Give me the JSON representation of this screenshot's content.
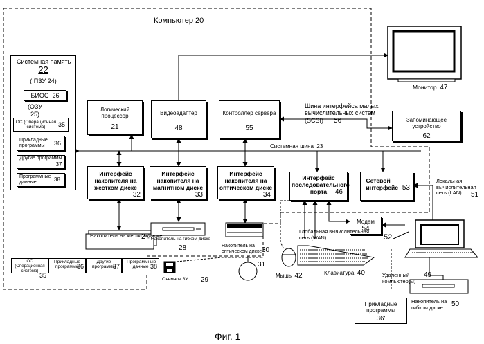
{
  "computer": {
    "title": "Компьютер",
    "num": "20"
  },
  "system_memory": {
    "title": "Системная память",
    "num": "22",
    "rom": "( ПЗУ",
    "rom_num": "24)",
    "bios": "БИОС",
    "bios_num": "26",
    "ram": "(ОЗУ",
    "ram_num": "25)"
  },
  "mem_items": [
    {
      "label": "ОС (Операционная система)",
      "num": "35"
    },
    {
      "label": "Прикладные программы",
      "num": "36"
    },
    {
      "label": "Другие программы",
      "num": "37"
    },
    {
      "label": "Программные данные",
      "num": "38"
    }
  ],
  "processor": {
    "label": "Логический процессор",
    "num": "21"
  },
  "video": {
    "label": "Видеоадаптер",
    "num": "48"
  },
  "server_ctrl": {
    "label": "Контроллер сервера",
    "num": "55"
  },
  "scsi": {
    "label": "Шина интерфейса малых вычислительных систем (SCSI)",
    "num": "56"
  },
  "storage": {
    "label": "Запоминающее устройство",
    "num": "62"
  },
  "monitor": {
    "label": "Монитор",
    "num": "47"
  },
  "system_bus": {
    "label": "Системная шина",
    "num": "23"
  },
  "hdd_iface": {
    "label": "Интерфейс накопителя на жестком диске",
    "num": "32"
  },
  "fdd_iface": {
    "label": "Интерфейс накопителя на магнитном диске",
    "num": "33"
  },
  "odd_iface": {
    "label": "Интерфейс накопителя на оптическом диске",
    "num": "34"
  },
  "serial_iface": {
    "label": "Интерфейс последовательного порта",
    "num": "46"
  },
  "net_iface": {
    "label": "Сетевой интерфейс",
    "num": "53"
  },
  "lan": {
    "label": "Локальная вычислительная сеть (LAN)",
    "num": "51"
  },
  "hdd": {
    "label": "Накопитель на жестком диске",
    "num": "27"
  },
  "hdd_items": [
    {
      "label": "ОС (Операционная система)",
      "num": "35"
    },
    {
      "label": "Прикладные программы",
      "num": "36"
    },
    {
      "label": "Другие программы",
      "num": "37"
    },
    {
      "label": "Программные данные",
      "num": "38"
    }
  ],
  "fdd": {
    "label": "Накопитель на гибком диске",
    "num": "28"
  },
  "removable": {
    "label": "Съемное ЗУ",
    "num": "29"
  },
  "odd": {
    "label": "Накопитель на оптическом диске",
    "num": "30"
  },
  "disk31": {
    "num": "31"
  },
  "mouse": {
    "label": "Мышь",
    "num": "42"
  },
  "keyboard": {
    "label": "Клавиатура",
    "num": "40"
  },
  "modem": {
    "label": "Модем",
    "num": "54"
  },
  "wan": {
    "label": "Глобальная вычислительная сеть (WAN)",
    "num": "52"
  },
  "remote": {
    "label": "Удаленный компьютер(ы)",
    "num": "49"
  },
  "remote_apps": {
    "label": "Прикладные программы",
    "num": "36'"
  },
  "remote_fdd": {
    "label": "Накопитель на гибком диске",
    "num": "50"
  },
  "caption": "Фиг. 1"
}
